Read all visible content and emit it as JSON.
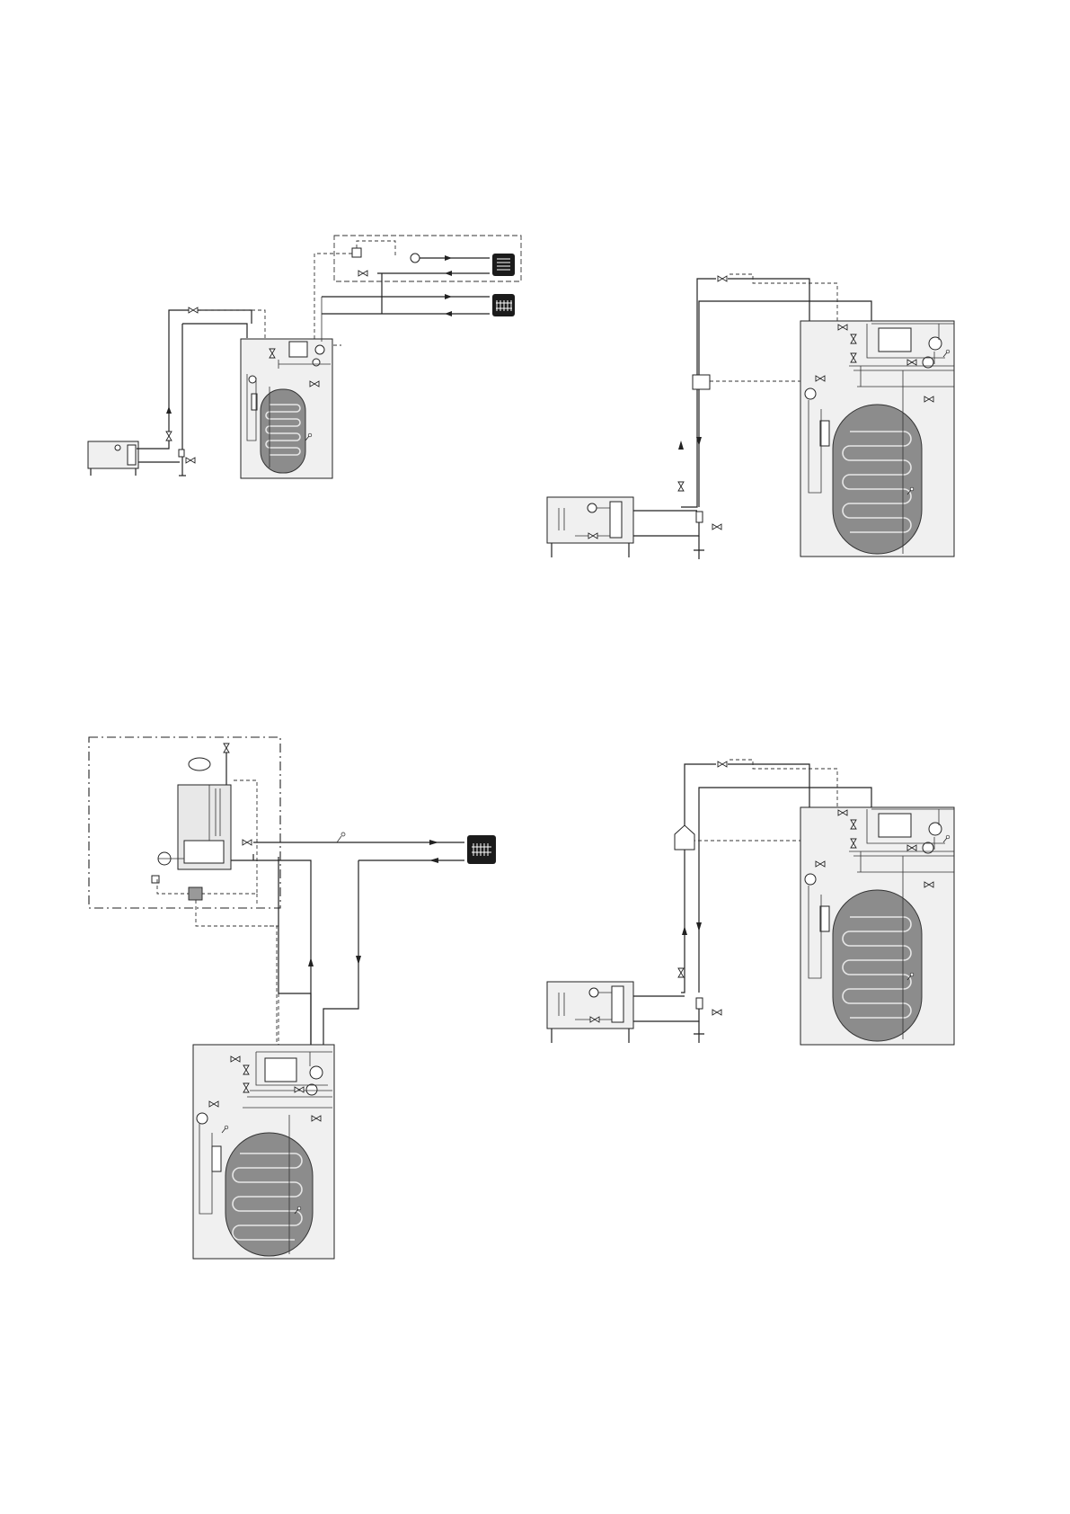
{
  "document": {
    "diagrams": [
      {
        "id": "diagram-1",
        "components": [
          "ground-unit",
          "indoor-unit-with-tank",
          "floor-heating-emitter",
          "radiator-emitter",
          "mixing-group"
        ]
      },
      {
        "id": "diagram-2",
        "components": [
          "ground-unit",
          "indoor-unit-with-tank",
          "control-box"
        ]
      },
      {
        "id": "diagram-3",
        "components": [
          "boiler-unit",
          "indoor-unit-with-tank",
          "radiator-emitter"
        ]
      },
      {
        "id": "diagram-4",
        "components": [
          "ground-unit",
          "indoor-unit-with-tank",
          "expansion-vessel"
        ]
      }
    ],
    "colors": {
      "line": "#222222",
      "unit_fill": "#f0f0f0",
      "tank_fill": "#8c8c8c",
      "emitter_fill": "#1b1b1b"
    }
  }
}
